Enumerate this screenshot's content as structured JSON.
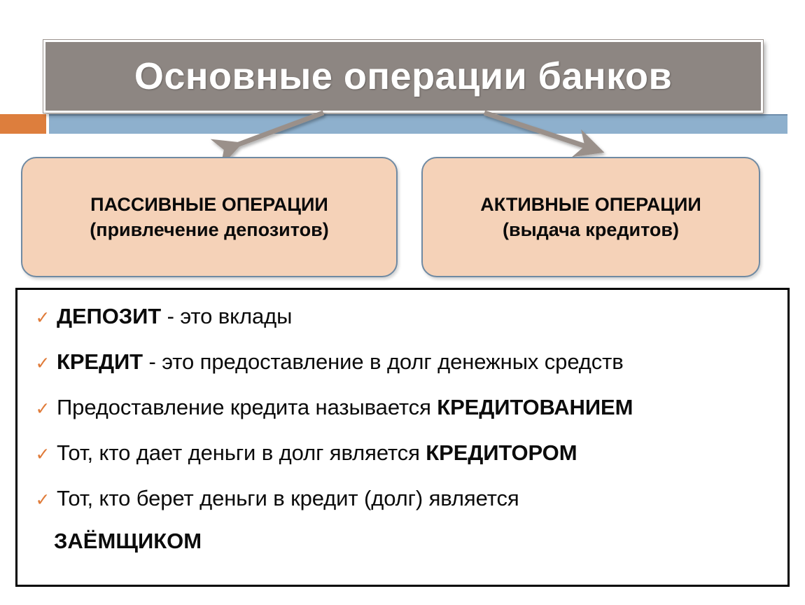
{
  "slide": {
    "title": "Основные операции банков",
    "accent_orange": "#dd7e3d",
    "accent_blue": "#8eb0cd",
    "title_bg": "#8d8682",
    "box_bg": "#f5d2b8",
    "box_border": "#6f8aa3",
    "check_color": "#e07b39"
  },
  "categories": [
    {
      "name": "passive-operations",
      "line1": "ПАССИВНЫЕ ОПЕРАЦИИ",
      "line2": "(привлечение депозитов)"
    },
    {
      "name": "active-operations",
      "line1": "АКТИВНЫЕ ОПЕРАЦИИ",
      "line2": "(выдача кредитов)"
    }
  ],
  "definitions": {
    "bullet_icon": "check-icon",
    "items": [
      {
        "bold_lead": "ДЕПОЗИТ",
        "rest": " -  это вклады",
        "bold_tail": "",
        "continuation": ""
      },
      {
        "bold_lead": "КРЕДИТ",
        "rest": " - это предоставление в долг денежных средств",
        "bold_tail": "",
        "continuation": ""
      },
      {
        "bold_lead": "",
        "rest": "Предоставление кредита называется ",
        "bold_tail": "КРЕДИТОВАНИЕМ",
        "continuation": ""
      },
      {
        "bold_lead": "",
        "rest": "Тот, кто дает деньги в долг является ",
        "bold_tail": "КРЕДИТОРОМ",
        "continuation": ""
      },
      {
        "bold_lead": "",
        "rest": "Тот, кто берет деньги в кредит (долг) является ",
        "bold_tail": "",
        "continuation": "ЗАЁМЩИКОМ"
      }
    ]
  }
}
